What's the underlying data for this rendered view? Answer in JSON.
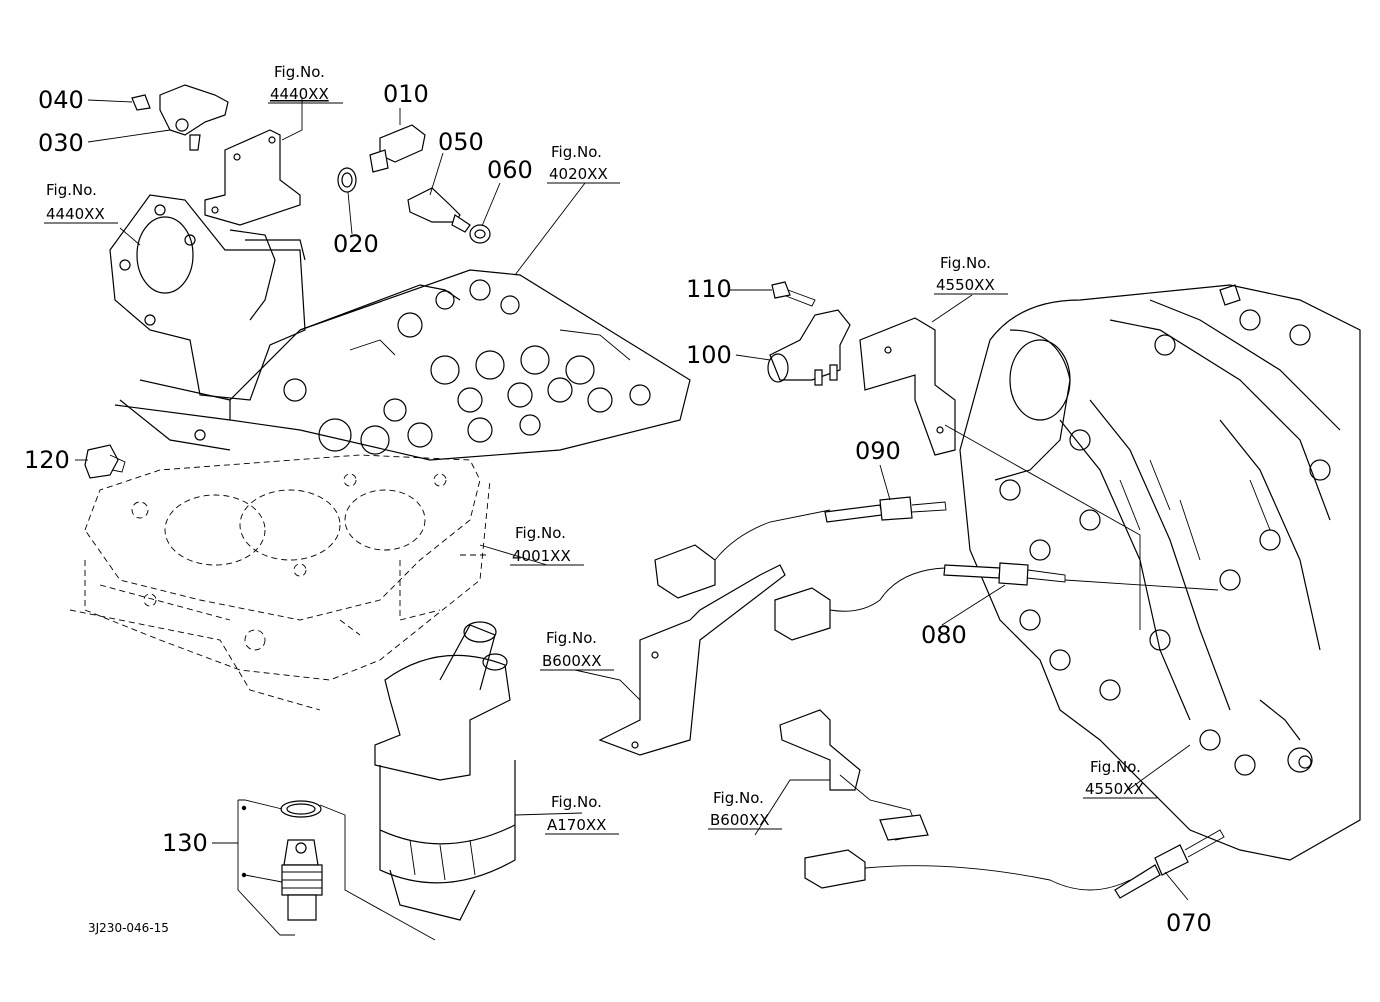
{
  "diagram": {
    "drawing_code": "3J230-046-15",
    "part_labels": {
      "p010": "010",
      "p020": "020",
      "p030": "030",
      "p040": "040",
      "p050": "050",
      "p060": "060",
      "p070": "070",
      "p080": "080",
      "p090": "090",
      "p100": "100",
      "p110": "110",
      "p120": "120",
      "p130": "130"
    },
    "figure_refs": {
      "fig_prefix": "Fig.No.",
      "r4440_top": "4440XX",
      "r4440_left": "4440XX",
      "r4020": "4020XX",
      "r4550_top": "4550XX",
      "r4550_bottom": "4550XX",
      "r4001": "4001XX",
      "rB600_mid": "B600XX",
      "rB600_low": "B600XX",
      "rA170": "A170XX"
    }
  }
}
